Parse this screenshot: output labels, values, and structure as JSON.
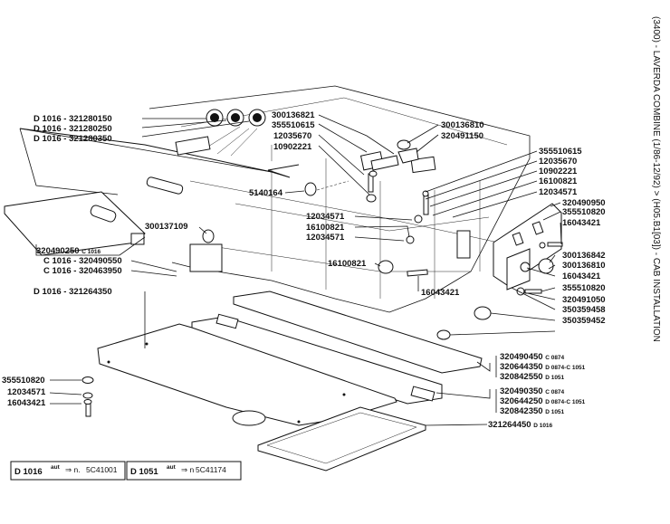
{
  "page": {
    "side_title": "(3400) - LAVERDA COMBINE (1/86-12/92) > (H05.B1[03]) - CAB INSTALLATION"
  },
  "labels": {
    "l1": "D 1016 - 321280150",
    "l2": "D 1016 - 321280250",
    "l3": "D 1016 - 321280350",
    "l4": "300136821",
    "l5": "355510615",
    "l6": "12035670",
    "l7": "10902221",
    "l8": "300136810",
    "l9": "320491150",
    "l10": "5140164",
    "l11": "300137109",
    "l12": "320490250",
    "l12s": "C 1016",
    "l13": "C 1016 - 320490550",
    "l14": "C 1016 - 320463950",
    "l15": "D 1016 - 321264350",
    "l16": "12034571",
    "l17": "16100821",
    "l18": "12034571",
    "l19": "16100821",
    "l20": "16043421",
    "r1": "355510615",
    "r2": "12035670",
    "r3": "10902221",
    "r4": "16100821",
    "r5": "12034571",
    "r6": "320490950",
    "r7": "355510820",
    "r8": "16043421",
    "r9": "300136842",
    "r10": "300136810",
    "r11": "16043421",
    "r12": "355510820",
    "r13": "320491050",
    "r14": "350359458",
    "r15": "350359452",
    "g1a": "320490450",
    "g1as": "C 0874",
    "g1b": "320644350",
    "g1bs": "D 0874-C 1051",
    "g1c": "320842550",
    "g1cs": "D 1051",
    "g2a": "320490350",
    "g2as": "C 0874",
    "g2b": "320644250",
    "g2bs": "D 0874-C 1051",
    "g2c": "320842350",
    "g2cs": "D 1051",
    "g3a": "321264450",
    "g3as": "D 1016",
    "b1": "355510820",
    "b2": "12034571",
    "b3": "16043421"
  },
  "notes": {
    "n1_model": "D 1016",
    "n1_aut": "aut",
    "n1_arrow": "⇒ n.",
    "n1_serial": "5C41001",
    "n2_model": "D 1051",
    "n2_aut": "aut",
    "n2_arrow": "⇒ n",
    "n2_serial": "5C41174"
  }
}
